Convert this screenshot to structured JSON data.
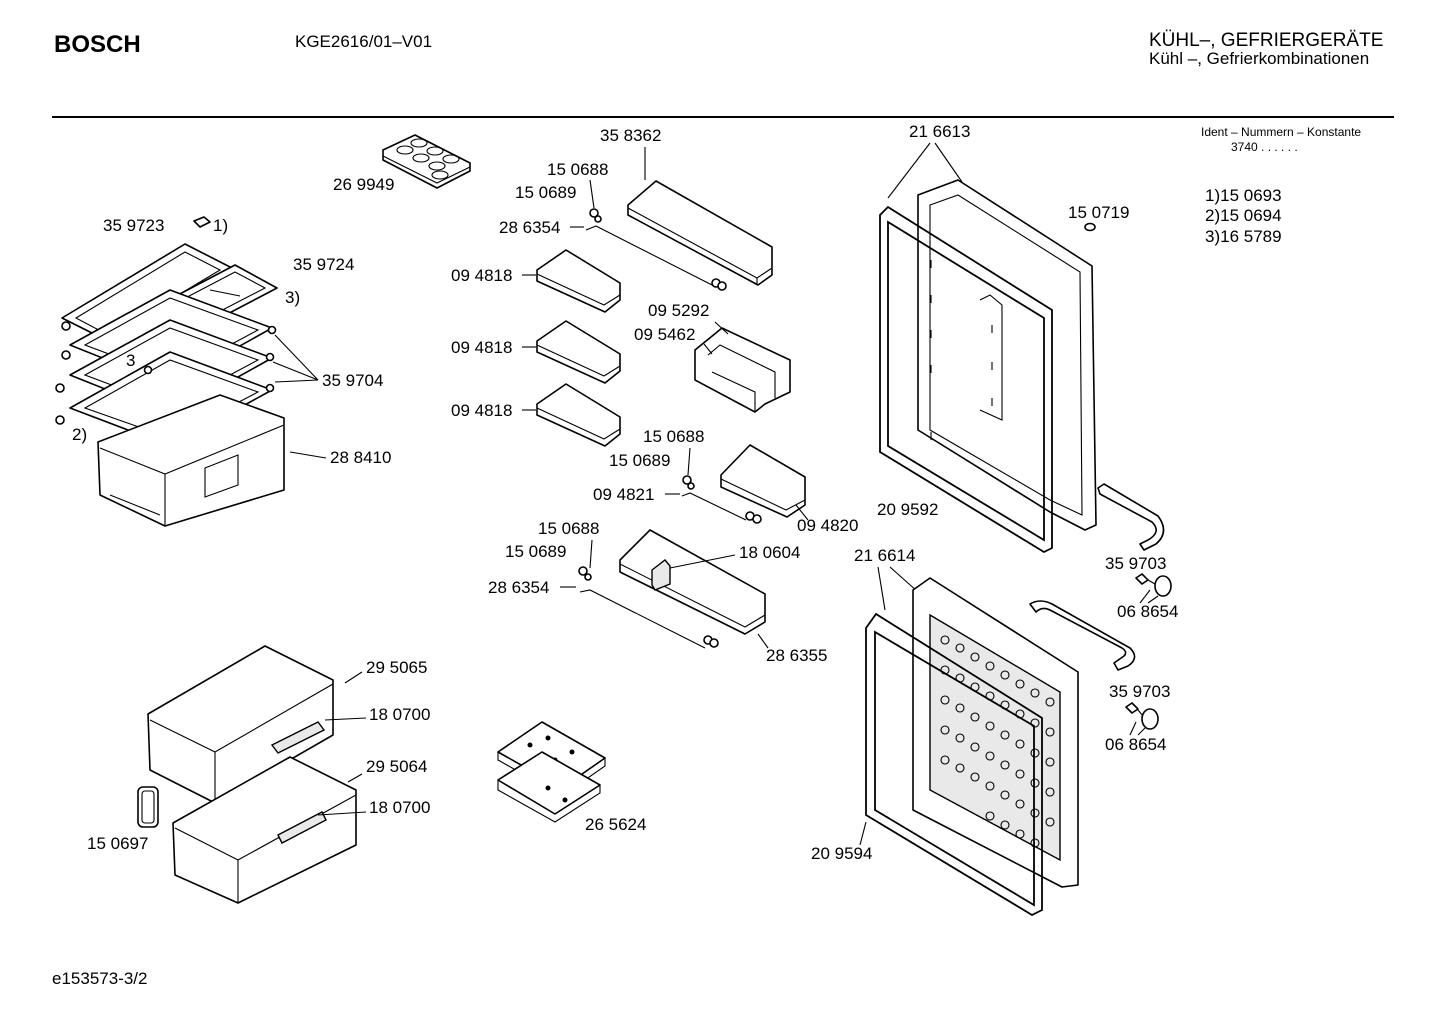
{
  "header": {
    "brand": "BOSCH",
    "model": "KGE2616/01–V01",
    "title_line1": "KÜHL–, GEFRIERGERÄTE",
    "title_line2": "Kühl –, Gefrierkombinationen"
  },
  "ident": {
    "heading": "Ident – Nummern – Konstante",
    "constant": "3740 .  .   .  .  .  .",
    "notes": [
      "1)15 0693",
      "2)15 0694",
      "3)16 5789"
    ]
  },
  "footer": {
    "doc_id": "e153573-3/2"
  },
  "labels": {
    "p269949": "26 9949",
    "p359723": "35 9723",
    "p359723_ref": "1)",
    "p359724": "35 9724",
    "p_ref3a": "3)",
    "p_ref3b": "3",
    "p_ref2": "2)",
    "p359704": "35 9704",
    "p288410": "28 8410",
    "p358362": "35 8362",
    "p150688_a": "15 0688",
    "p150689_a": "15 0689",
    "p286354_a": "28 6354",
    "p094818_a": "09 4818",
    "p094818_b": "09 4818",
    "p094818_c": "09 4818",
    "p095292": "09 5292",
    "p095462": "09 5462",
    "p150688_b": "15 0688",
    "p150689_b": "15 0689",
    "p094821": "09 4821",
    "p094820": "09 4820",
    "p150688_c": "15 0688",
    "p150689_c": "15 0689",
    "p286354_b": "28 6354",
    "p180604": "18 0604",
    "p286355": "28 6355",
    "p295065": "29 5065",
    "p180700_a": "18 0700",
    "p295064": "29 5064",
    "p180700_b": "18 0700",
    "p150697": "15 0697",
    "p265624": "26 5624",
    "p216613": "21 6613",
    "p150719": "15 0719",
    "p209592": "20 9592",
    "p216614": "21 6614",
    "p359703_a": "35 9703",
    "p068654_a": "06 8654",
    "p359703_b": "35 9703",
    "p068654_b": "06 8654",
    "p209594": "20 9594"
  }
}
